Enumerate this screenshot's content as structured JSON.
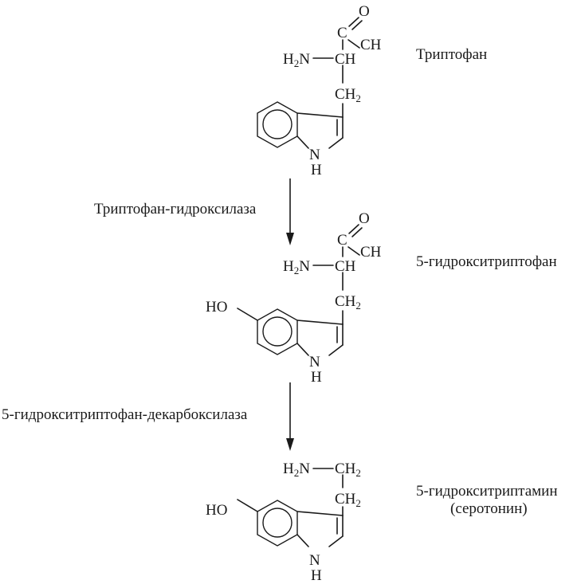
{
  "structures": {
    "tryptophan": {
      "name": "Триптофан",
      "oxygen": "O",
      "carbonyl": "C",
      "ch_top": "CH",
      "amino": "H",
      "amino_sub": "2",
      "amino_n": "N",
      "alpha_ch": "CH",
      "ch2": "CH",
      "ch2_sub": "2",
      "ring_n": "N",
      "ring_h": "H"
    },
    "hydroxytryptophan": {
      "name": "5-гидрокситриптофан",
      "oxygen": "O",
      "carbonyl": "C",
      "ch_top": "CH",
      "amino": "H",
      "amino_sub": "2",
      "amino_n": "N",
      "alpha_ch": "CH",
      "ch2": "CH",
      "ch2_sub": "2",
      "hydroxyl": "HO",
      "ring_n": "N",
      "ring_h": "H"
    },
    "serotonin": {
      "name": "5-гидрокситриптамин",
      "name_alt": "(серотонин)",
      "amino": "H",
      "amino_sub": "2",
      "amino_n": "N",
      "ch2_a": "CH",
      "ch2_a_sub": "2",
      "ch2_b": "CH",
      "ch2_b_sub": "2",
      "hydroxyl": "HO",
      "ring_n": "N",
      "ring_h": "H"
    }
  },
  "reactions": [
    {
      "enzyme": "Триптофан-гидроксилаза"
    },
    {
      "enzyme": "5-гидрокситриптофан-декарбоксилаза"
    }
  ]
}
